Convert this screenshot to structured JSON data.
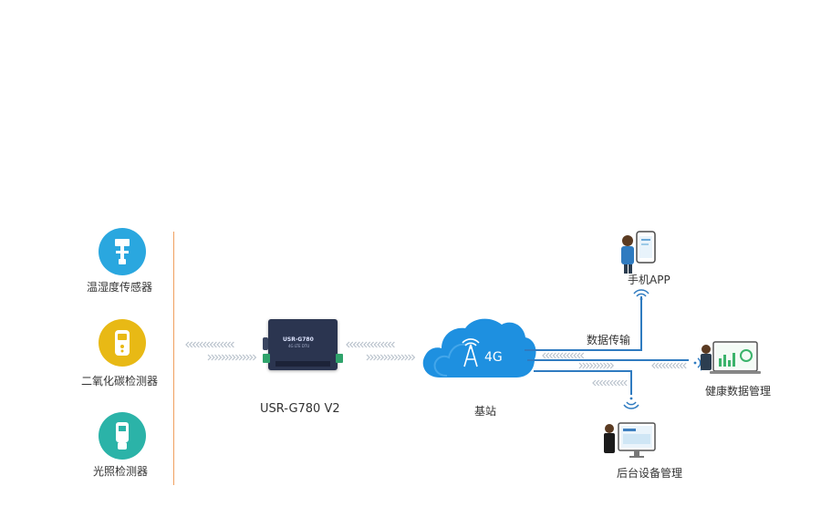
{
  "sensors": [
    {
      "label": "温湿度传感器",
      "icon": "temperature-humidity-sensor-icon",
      "color": "#2AA7DF"
    },
    {
      "label": "二氧化碳检测器",
      "icon": "co2-detector-icon",
      "color": "#E8B915"
    },
    {
      "label": "光照检测器",
      "icon": "light-detector-icon",
      "color": "#2BB3A8"
    }
  ],
  "device": {
    "caption": "USR-G780 V2",
    "model": "USR-G780",
    "sub": "4G LTE DTU"
  },
  "cloud": {
    "network": "4G",
    "caption": "基站"
  },
  "transfer_label": "数据传输",
  "endpoints": {
    "mobile_app": "手机APP",
    "health_data": "健康数据管理",
    "backend": "后台设备管理"
  },
  "colors": {
    "link_line": "#2F7BC0",
    "divider": "#F0A060",
    "cloud": "#1E90E0",
    "arrow": "#B9C2CC",
    "device": "#2B3550"
  }
}
